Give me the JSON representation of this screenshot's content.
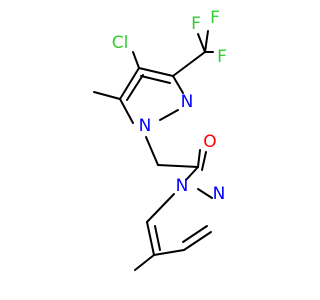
{
  "molecule": {
    "atoms": {
      "cl": {
        "symbol": "Cl",
        "color": "#32cd32"
      },
      "f1": {
        "symbol": "F",
        "color": "#32cd32"
      },
      "f2": {
        "symbol": "F",
        "color": "#32cd32"
      },
      "f3": {
        "symbol": "F",
        "color": "#32cd32"
      },
      "n1": {
        "symbol": "N",
        "color": "#0000ff"
      },
      "n2": {
        "symbol": "N",
        "color": "#0000ff"
      },
      "o": {
        "symbol": "O",
        "color": "#ff0000"
      },
      "n3": {
        "symbol": "N",
        "color": "#0000ff"
      },
      "n4": {
        "symbol": "N",
        "color": "#0000ff"
      }
    },
    "bond_color": "#000000"
  }
}
